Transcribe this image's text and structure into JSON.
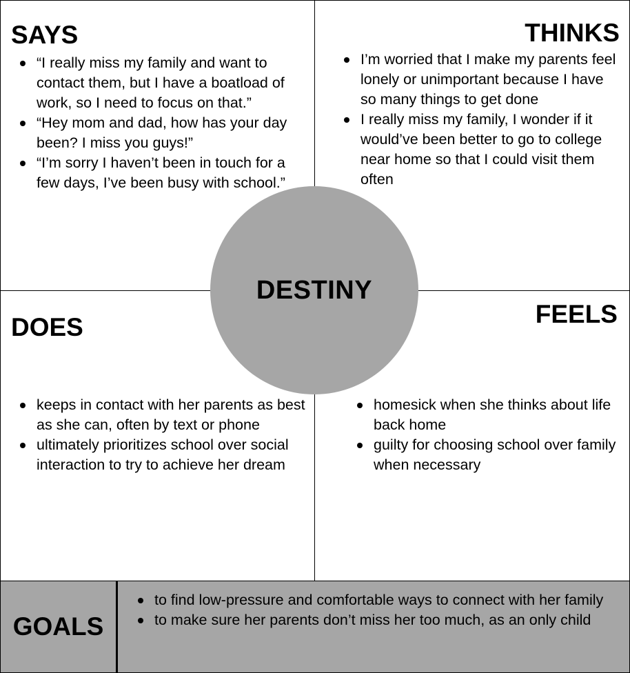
{
  "center": {
    "title": "DESTINY"
  },
  "says": {
    "heading": "SAYS",
    "items": [
      "“I really miss my family and want to contact them, but I have a boatload of work, so I need to focus on that.”",
      "“Hey mom and dad, how has your day been? I miss you guys!”",
      "“I’m sorry I haven’t been in touch for a few days, I’ve been busy with school.”"
    ]
  },
  "thinks": {
    "heading": "THINKS",
    "items": [
      "I’m worried that I make my parents feel lonely or unimportant because I have so many things to get done",
      "I really miss my family, I wonder if it would’ve been better to go to college near home so that I could visit them often"
    ]
  },
  "does": {
    "heading": "DOES",
    "items": [
      "keeps in contact with her parents as best as she can, often by text or phone",
      "ultimately prioritizes school over social interaction to try to achieve her dream"
    ]
  },
  "feels": {
    "heading": "FEELS",
    "items": [
      "homesick when she thinks about life back home",
      "guilty for choosing school over family when necessary"
    ]
  },
  "goals": {
    "heading": "GOALS",
    "items": [
      "to find low-pressure and comfortable ways to connect with her family",
      "to make sure her parents don’t miss her too much, as an only child"
    ]
  },
  "colors": {
    "circle_fill": "#a6a6a6",
    "goals_fill": "#a6a6a6",
    "lines": "#000000"
  }
}
